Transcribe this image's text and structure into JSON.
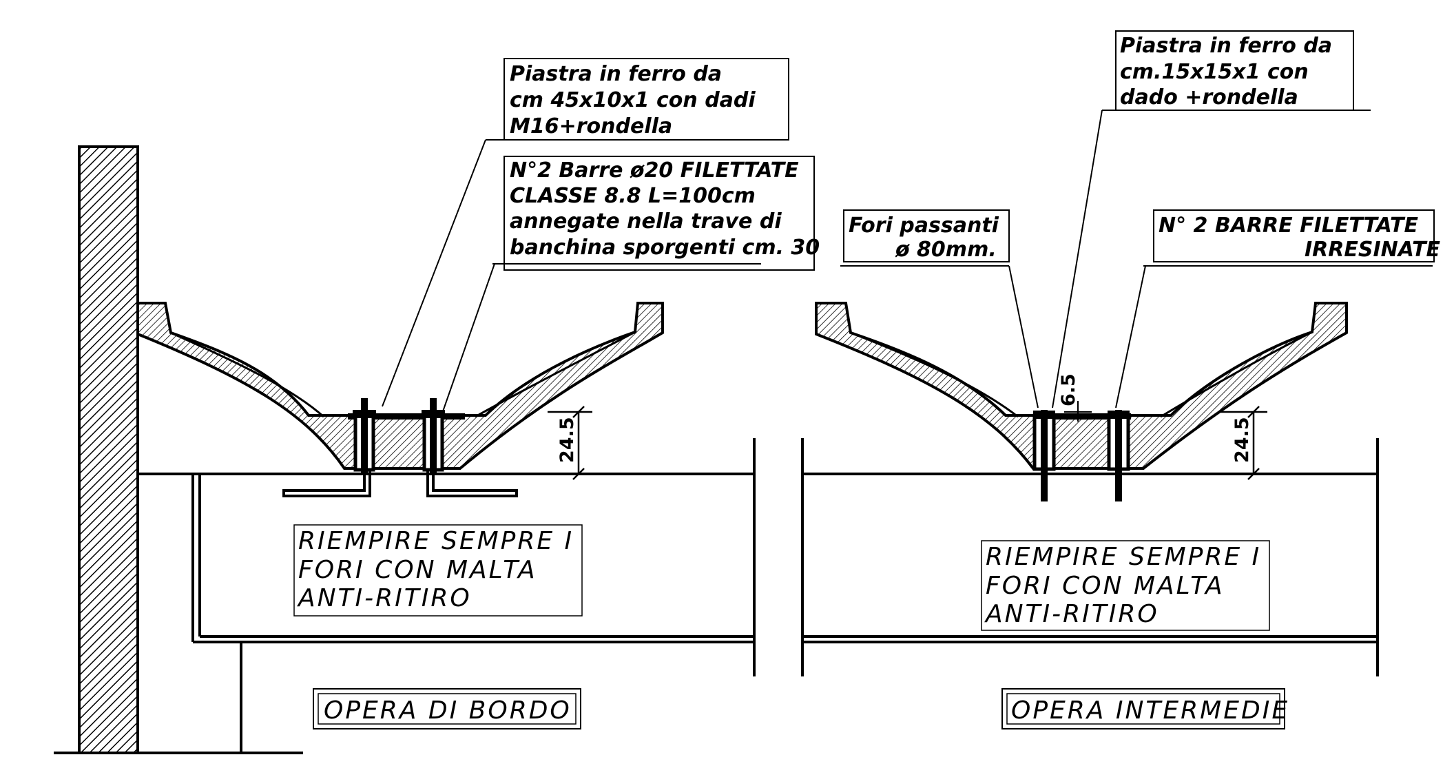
{
  "left": {
    "note_plate": [
      "Piastra in ferro da",
      "cm 45x10x1 con dadi",
      "M16+rondella"
    ],
    "note_bars": [
      "N°2 Barre ø20 FILETTATE",
      "CLASSE 8.8 L=100cm",
      "annegate nella trave di",
      "banchina sporgenti cm. 30"
    ],
    "note_fill": [
      "RIEMPIRE SEMPRE I",
      "FORI CON MALTA",
      "ANTI-RITIRO"
    ],
    "title": "OPERA DI BORDO",
    "dimension": "24.5"
  },
  "right": {
    "note_plate": [
      "Piastra in ferro da",
      "cm.15x15x1 con",
      "dado +rondella"
    ],
    "note_holes": [
      "Fori passanti",
      "ø 80mm."
    ],
    "note_bars": [
      "N° 2 BARRE FILETTATE",
      "IRRESINATE"
    ],
    "note_fill": [
      "RIEMPIRE SEMPRE I",
      "FORI CON MALTA",
      "ANTI-RITIRO"
    ],
    "title": "OPERA INTERMEDIE",
    "dimension": "24.5",
    "dimension_small": "6.5"
  },
  "colors": {
    "ink": "#000000",
    "paper": "#ffffff"
  }
}
